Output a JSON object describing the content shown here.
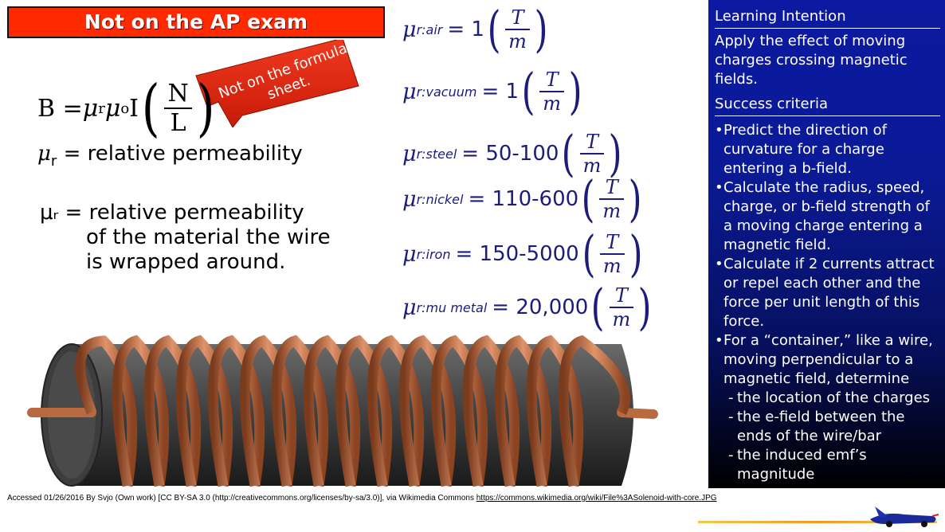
{
  "banner": {
    "text": "Not on the AP exam"
  },
  "callout": {
    "line1": "Not on the formula",
    "line2": "sheet."
  },
  "formula": {
    "lhs": "B = ",
    "mu": "μ",
    "sub_r": "r",
    "sub_o": "o",
    "current": "I",
    "num": "N",
    "den": "L"
  },
  "mu_definition": {
    "mu": "μ",
    "sub": "r",
    "text": " = relative permeability"
  },
  "description": {
    "line1": "μᵣ = relative permeability",
    "line2": "of the material the wire",
    "line3": "is wrapped around."
  },
  "equations": [
    {
      "sub": "r:air",
      "value": "= 1",
      "num": "T",
      "den": "m"
    },
    {
      "sub": "r:vacuum",
      "value": "= 1",
      "num": "T",
      "den": "m"
    },
    {
      "sub": "r:steel",
      "value": "= 50-100",
      "num": "T",
      "den": "m"
    },
    {
      "sub": "r:nickel",
      "value": "= 110-600",
      "num": "T",
      "den": "m"
    },
    {
      "sub": "r:iron",
      "value": "= 150-5000",
      "num": "T",
      "den": "m"
    },
    {
      "sub": "r:mu metal",
      "value": "= 20,000",
      "num": "T",
      "den": "m"
    }
  ],
  "sidebar": {
    "heading1": "Learning Intention",
    "intention": "Apply the effect of moving charges crossing magnetic fields.",
    "heading2": "Success criteria",
    "criteria": [
      "Predict the direction of curvature for a charge entering a b-field.",
      "Calculate the radius, speed, charge, or b-field strength of a moving charge entering a magnetic field.",
      "Calculate if 2 currents attract or repel each other and the force per unit length of this force.",
      "For a “container,” like a wire, moving perpendicular to a magnetic field, determine"
    ],
    "sub_criteria": [
      "the location of the charges",
      "the e-field between the ends of the wire/bar",
      "the induced emf’s magnitude"
    ]
  },
  "attribution": {
    "text": "Accessed 01/26/2016 By Svjo (Own work) [CC BY-SA 3.0 (http://creativecommons.org/licenses/by-sa/3.0)], via Wikimedia Commons ",
    "link": "https://commons.wikimedia.org/wiki/File%3ASolenoid-with-core.JPG"
  },
  "colors": {
    "banner": "#ff2a00",
    "equation_text": "#1c1c7a",
    "sidebar_top": "#0b1aa0",
    "copper": "#c8724a"
  }
}
